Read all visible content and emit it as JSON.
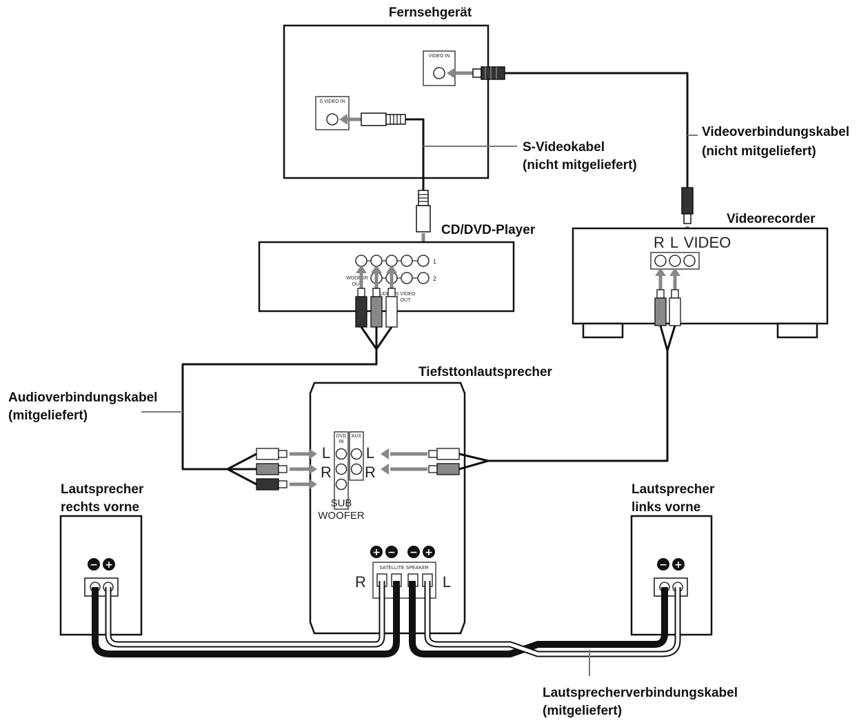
{
  "labels": {
    "tv": "Fernsehgerät",
    "svideo_cable_line1": "S-Videokabel",
    "svideo_cable_line2": "(nicht mitgeliefert)",
    "video_cable_line1": "Videoverbindungskabel",
    "video_cable_line2": "(nicht mitgeliefert)",
    "dvd_player": "CD/DVD-Player",
    "vcr": "Videorecorder",
    "subwoofer": "Tiefsttonlautsprecher",
    "audio_cable_line1": "Audioverbindungskabel",
    "audio_cable_line2": "(mitgeliefert)",
    "speaker_right_line1": "Lautsprecher",
    "speaker_right_line2": "rechts vorne",
    "speaker_left_line1": "Lautsprecher",
    "speaker_left_line2": "links vorne",
    "speaker_cable_line1": "Lautsprecherverbindungskabel",
    "speaker_cable_line2": "(mitgeliefert)"
  },
  "panels": {
    "tv_video_in": "VIDEO IN",
    "tv_svideo_in": "S VIDEO IN",
    "dvd_row1": "1",
    "dvd_row2": "2",
    "dvd_woofer_out_1": "WOOFER",
    "dvd_woofer_out_2": "OUT",
    "dvd_audio_out": "AUDIO",
    "dvd_svideo_out_1": "S VIDEO",
    "dvd_svideo_out_2": "OUT",
    "vcr_r": "R",
    "vcr_l": "L",
    "vcr_video": "VIDEO",
    "sub_dvd_in_1": "DVD",
    "sub_dvd_in_2": "IN",
    "sub_aux": "AUX",
    "sub_l_left": "L",
    "sub_r_left": "R",
    "sub_l_right": "L",
    "sub_r_right": "R",
    "sub_sub_1": "SUB",
    "sub_sub_2": "WOOFER",
    "sub_satellite_speaker": "SATELLITE SPEAKER",
    "sub_r": "R",
    "sub_l": "L"
  }
}
